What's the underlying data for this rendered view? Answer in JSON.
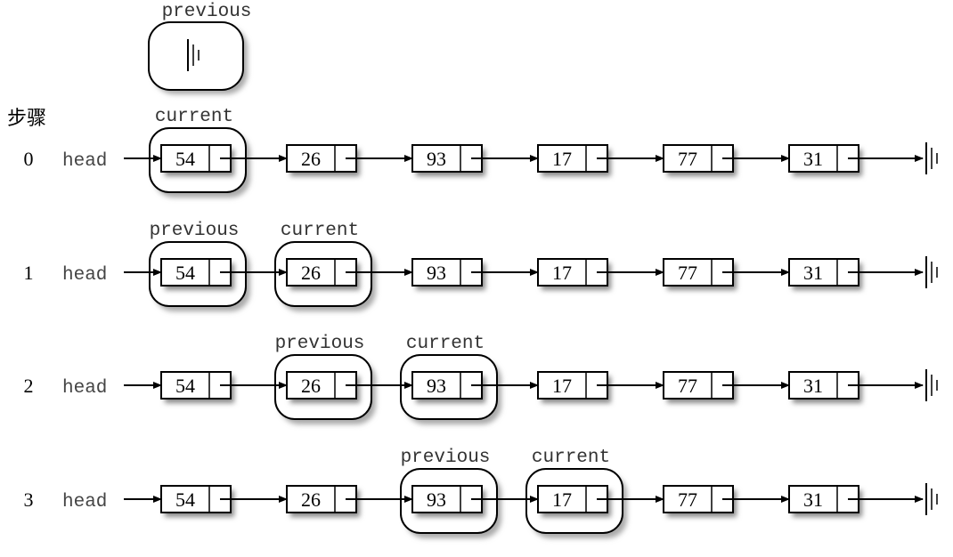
{
  "steps_heading": "步骤",
  "head_label": "head",
  "previous_label": "previous",
  "current_label": "current",
  "initial_previous": "previous",
  "rows": [
    {
      "step": "0",
      "head": "head",
      "nodes": [
        "54",
        "26",
        "93",
        "17",
        "77",
        "31"
      ],
      "previous_index": null,
      "current_index": 0
    },
    {
      "step": "1",
      "head": "head",
      "nodes": [
        "54",
        "26",
        "93",
        "17",
        "77",
        "31"
      ],
      "previous_index": 0,
      "current_index": 1
    },
    {
      "step": "2",
      "head": "head",
      "nodes": [
        "54",
        "26",
        "93",
        "17",
        "77",
        "31"
      ],
      "previous_index": 1,
      "current_index": 2
    },
    {
      "step": "3",
      "head": "head",
      "nodes": [
        "54",
        "26",
        "93",
        "17",
        "77",
        "31"
      ],
      "previous_index": 2,
      "current_index": 3
    }
  ],
  "colors": {
    "stroke": "#000000",
    "background": "#ffffff",
    "shadow": "#b0b0b0"
  }
}
